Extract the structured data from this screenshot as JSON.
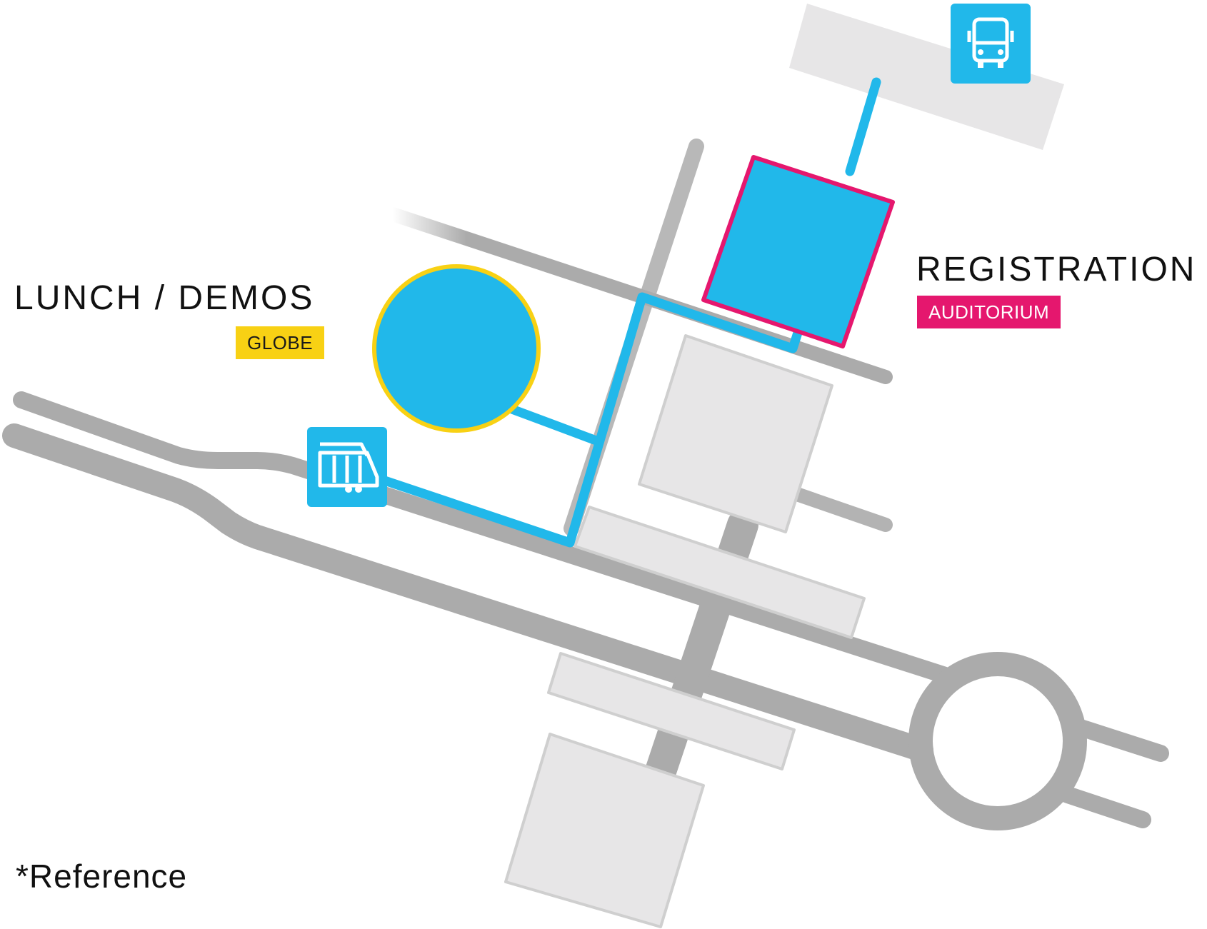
{
  "colors": {
    "road": "#ababab",
    "building_fill": "#e7e6e7",
    "building_stroke": "#cfcfcf",
    "route": "#21b8ea",
    "globe_accent": "#f8d114",
    "auditorium_accent": "#e5176e",
    "text": "#111111"
  },
  "lunch": {
    "title": "LUNCH / DEMOS",
    "tag": "GLOBE"
  },
  "registration": {
    "title": "REGISTRATION",
    "tag": "AUDITORIUM"
  },
  "icons": {
    "bus_stop": "bus-icon",
    "tram_stop": "tram-icon"
  },
  "footnote": "*Reference"
}
